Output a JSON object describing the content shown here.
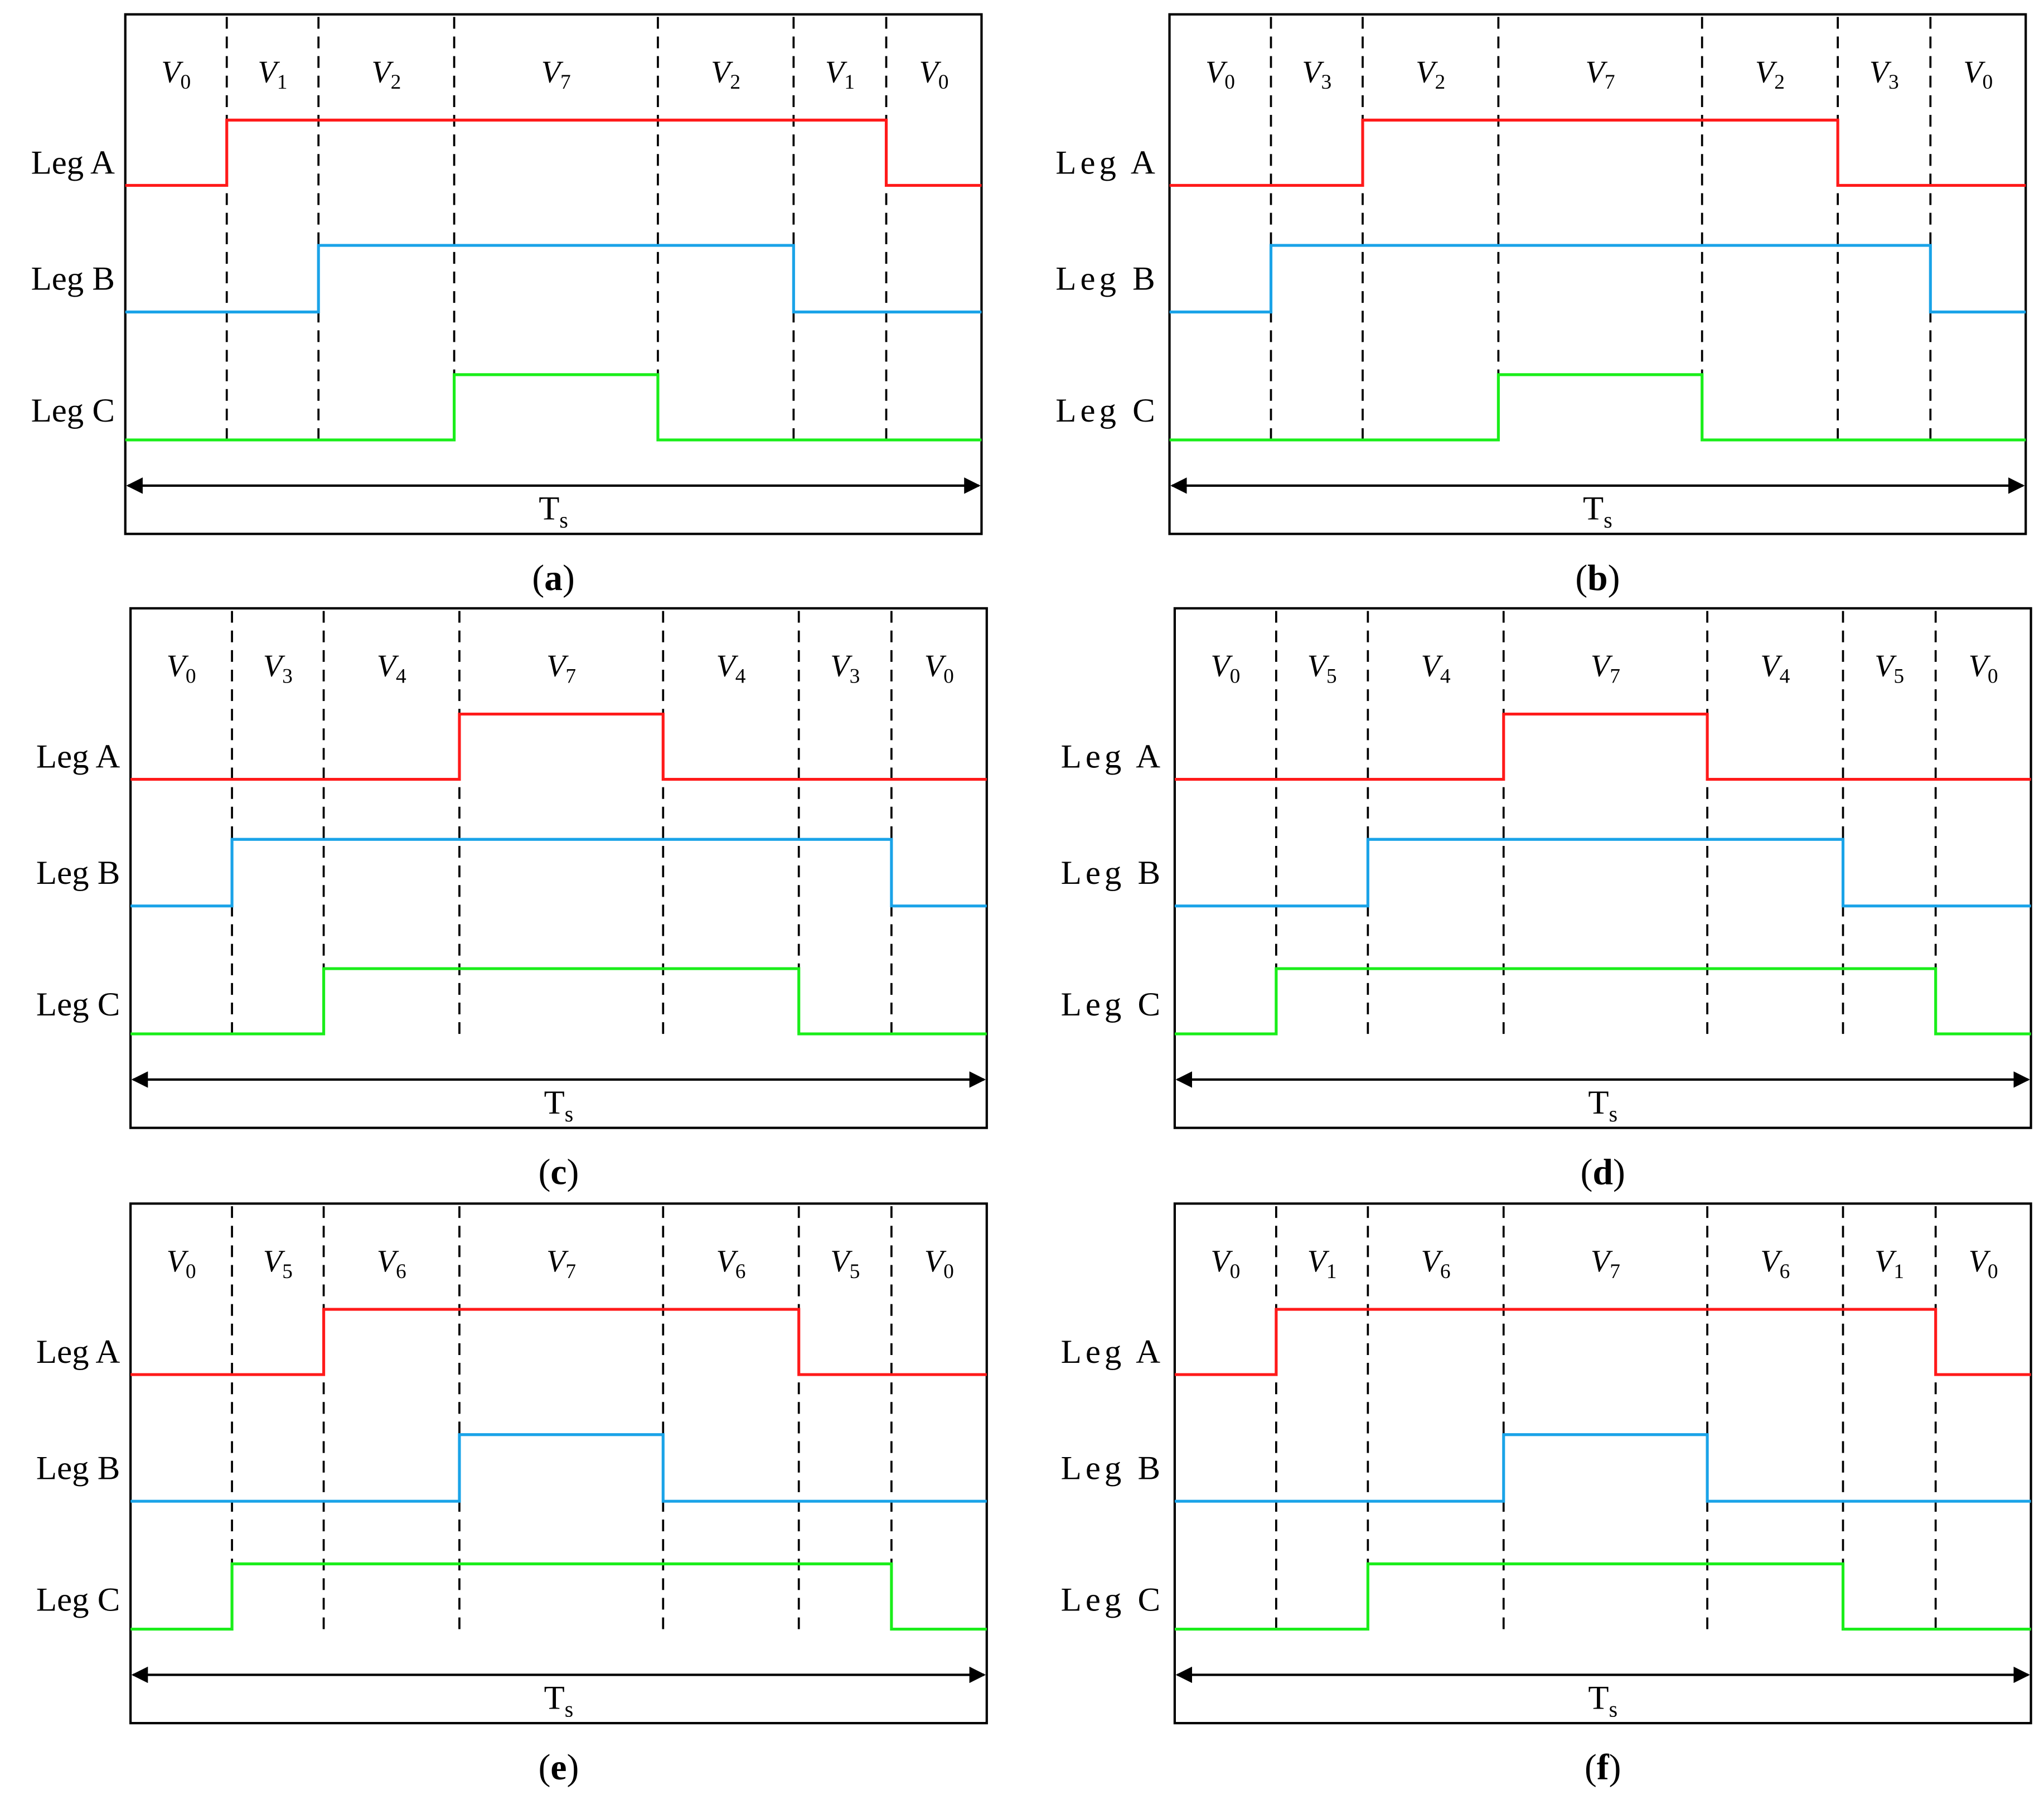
{
  "leg_names": [
    "Leg A",
    "Leg B",
    "Leg C"
  ],
  "period_label": {
    "base": "T",
    "sub": "s"
  },
  "colors": {
    "leg_a": "#ff1a1a",
    "leg_b": "#1aa3e8",
    "leg_c": "#1aee1a",
    "frame": "#000000"
  },
  "panels": [
    {
      "caption": {
        "open": "(",
        "letter": "a",
        "close": ")"
      },
      "vectors": [
        {
          "base": "V",
          "sub": "0"
        },
        {
          "base": "V",
          "sub": "1"
        },
        {
          "base": "V",
          "sub": "2"
        },
        {
          "base": "V",
          "sub": "7"
        },
        {
          "base": "V",
          "sub": "2"
        },
        {
          "base": "V",
          "sub": "1"
        },
        {
          "base": "V",
          "sub": "0"
        }
      ],
      "states": {
        "leg_a": [
          0,
          1,
          1,
          1,
          1,
          1,
          0
        ],
        "leg_b": [
          0,
          0,
          1,
          1,
          1,
          0,
          0
        ],
        "leg_c": [
          0,
          0,
          0,
          1,
          0,
          0,
          0
        ]
      }
    },
    {
      "caption": {
        "open": "(",
        "letter": "b",
        "close": ")"
      },
      "vectors": [
        {
          "base": "V",
          "sub": "0"
        },
        {
          "base": "V",
          "sub": "3"
        },
        {
          "base": "V",
          "sub": "2"
        },
        {
          "base": "V",
          "sub": "7"
        },
        {
          "base": "V",
          "sub": "2"
        },
        {
          "base": "V",
          "sub": "3"
        },
        {
          "base": "V",
          "sub": "0"
        }
      ],
      "states": {
        "leg_a": [
          0,
          0,
          1,
          1,
          1,
          0,
          0
        ],
        "leg_b": [
          0,
          1,
          1,
          1,
          1,
          1,
          0
        ],
        "leg_c": [
          0,
          0,
          0,
          1,
          0,
          0,
          0
        ]
      }
    },
    {
      "caption": {
        "open": "(",
        "letter": "c",
        "close": ")"
      },
      "vectors": [
        {
          "base": "V",
          "sub": "0"
        },
        {
          "base": "V",
          "sub": "3"
        },
        {
          "base": "V",
          "sub": "4"
        },
        {
          "base": "V",
          "sub": "7"
        },
        {
          "base": "V",
          "sub": "4"
        },
        {
          "base": "V",
          "sub": "3"
        },
        {
          "base": "V",
          "sub": "0"
        }
      ],
      "states": {
        "leg_a": [
          0,
          0,
          0,
          1,
          0,
          0,
          0
        ],
        "leg_b": [
          0,
          1,
          1,
          1,
          1,
          1,
          0
        ],
        "leg_c": [
          0,
          0,
          1,
          1,
          1,
          0,
          0
        ]
      }
    },
    {
      "caption": {
        "open": "(",
        "letter": "d",
        "close": ")"
      },
      "vectors": [
        {
          "base": "V",
          "sub": "0"
        },
        {
          "base": "V",
          "sub": "5"
        },
        {
          "base": "V",
          "sub": "4"
        },
        {
          "base": "V",
          "sub": "7"
        },
        {
          "base": "V",
          "sub": "4"
        },
        {
          "base": "V",
          "sub": "5"
        },
        {
          "base": "V",
          "sub": "0"
        }
      ],
      "states": {
        "leg_a": [
          0,
          0,
          0,
          1,
          0,
          0,
          0
        ],
        "leg_b": [
          0,
          0,
          1,
          1,
          1,
          0,
          0
        ],
        "leg_c": [
          0,
          1,
          1,
          1,
          1,
          1,
          0
        ]
      }
    },
    {
      "caption": {
        "open": "(",
        "letter": "e",
        "close": ")"
      },
      "vectors": [
        {
          "base": "V",
          "sub": "0"
        },
        {
          "base": "V",
          "sub": "5"
        },
        {
          "base": "V",
          "sub": "6"
        },
        {
          "base": "V",
          "sub": "7"
        },
        {
          "base": "V",
          "sub": "6"
        },
        {
          "base": "V",
          "sub": "5"
        },
        {
          "base": "V",
          "sub": "0"
        }
      ],
      "states": {
        "leg_a": [
          0,
          0,
          1,
          1,
          1,
          0,
          0
        ],
        "leg_b": [
          0,
          0,
          0,
          1,
          0,
          0,
          0
        ],
        "leg_c": [
          0,
          1,
          1,
          1,
          1,
          1,
          0
        ]
      }
    },
    {
      "caption": {
        "open": "(",
        "letter": "f",
        "close": ")"
      },
      "vectors": [
        {
          "base": "V",
          "sub": "0"
        },
        {
          "base": "V",
          "sub": "1"
        },
        {
          "base": "V",
          "sub": "6"
        },
        {
          "base": "V",
          "sub": "7"
        },
        {
          "base": "V",
          "sub": "6"
        },
        {
          "base": "V",
          "sub": "1"
        },
        {
          "base": "V",
          "sub": "0"
        }
      ],
      "states": {
        "leg_a": [
          0,
          1,
          1,
          1,
          1,
          1,
          0
        ],
        "leg_b": [
          0,
          0,
          0,
          1,
          0,
          0,
          0
        ],
        "leg_c": [
          0,
          0,
          1,
          1,
          1,
          0,
          0
        ]
      }
    }
  ]
}
